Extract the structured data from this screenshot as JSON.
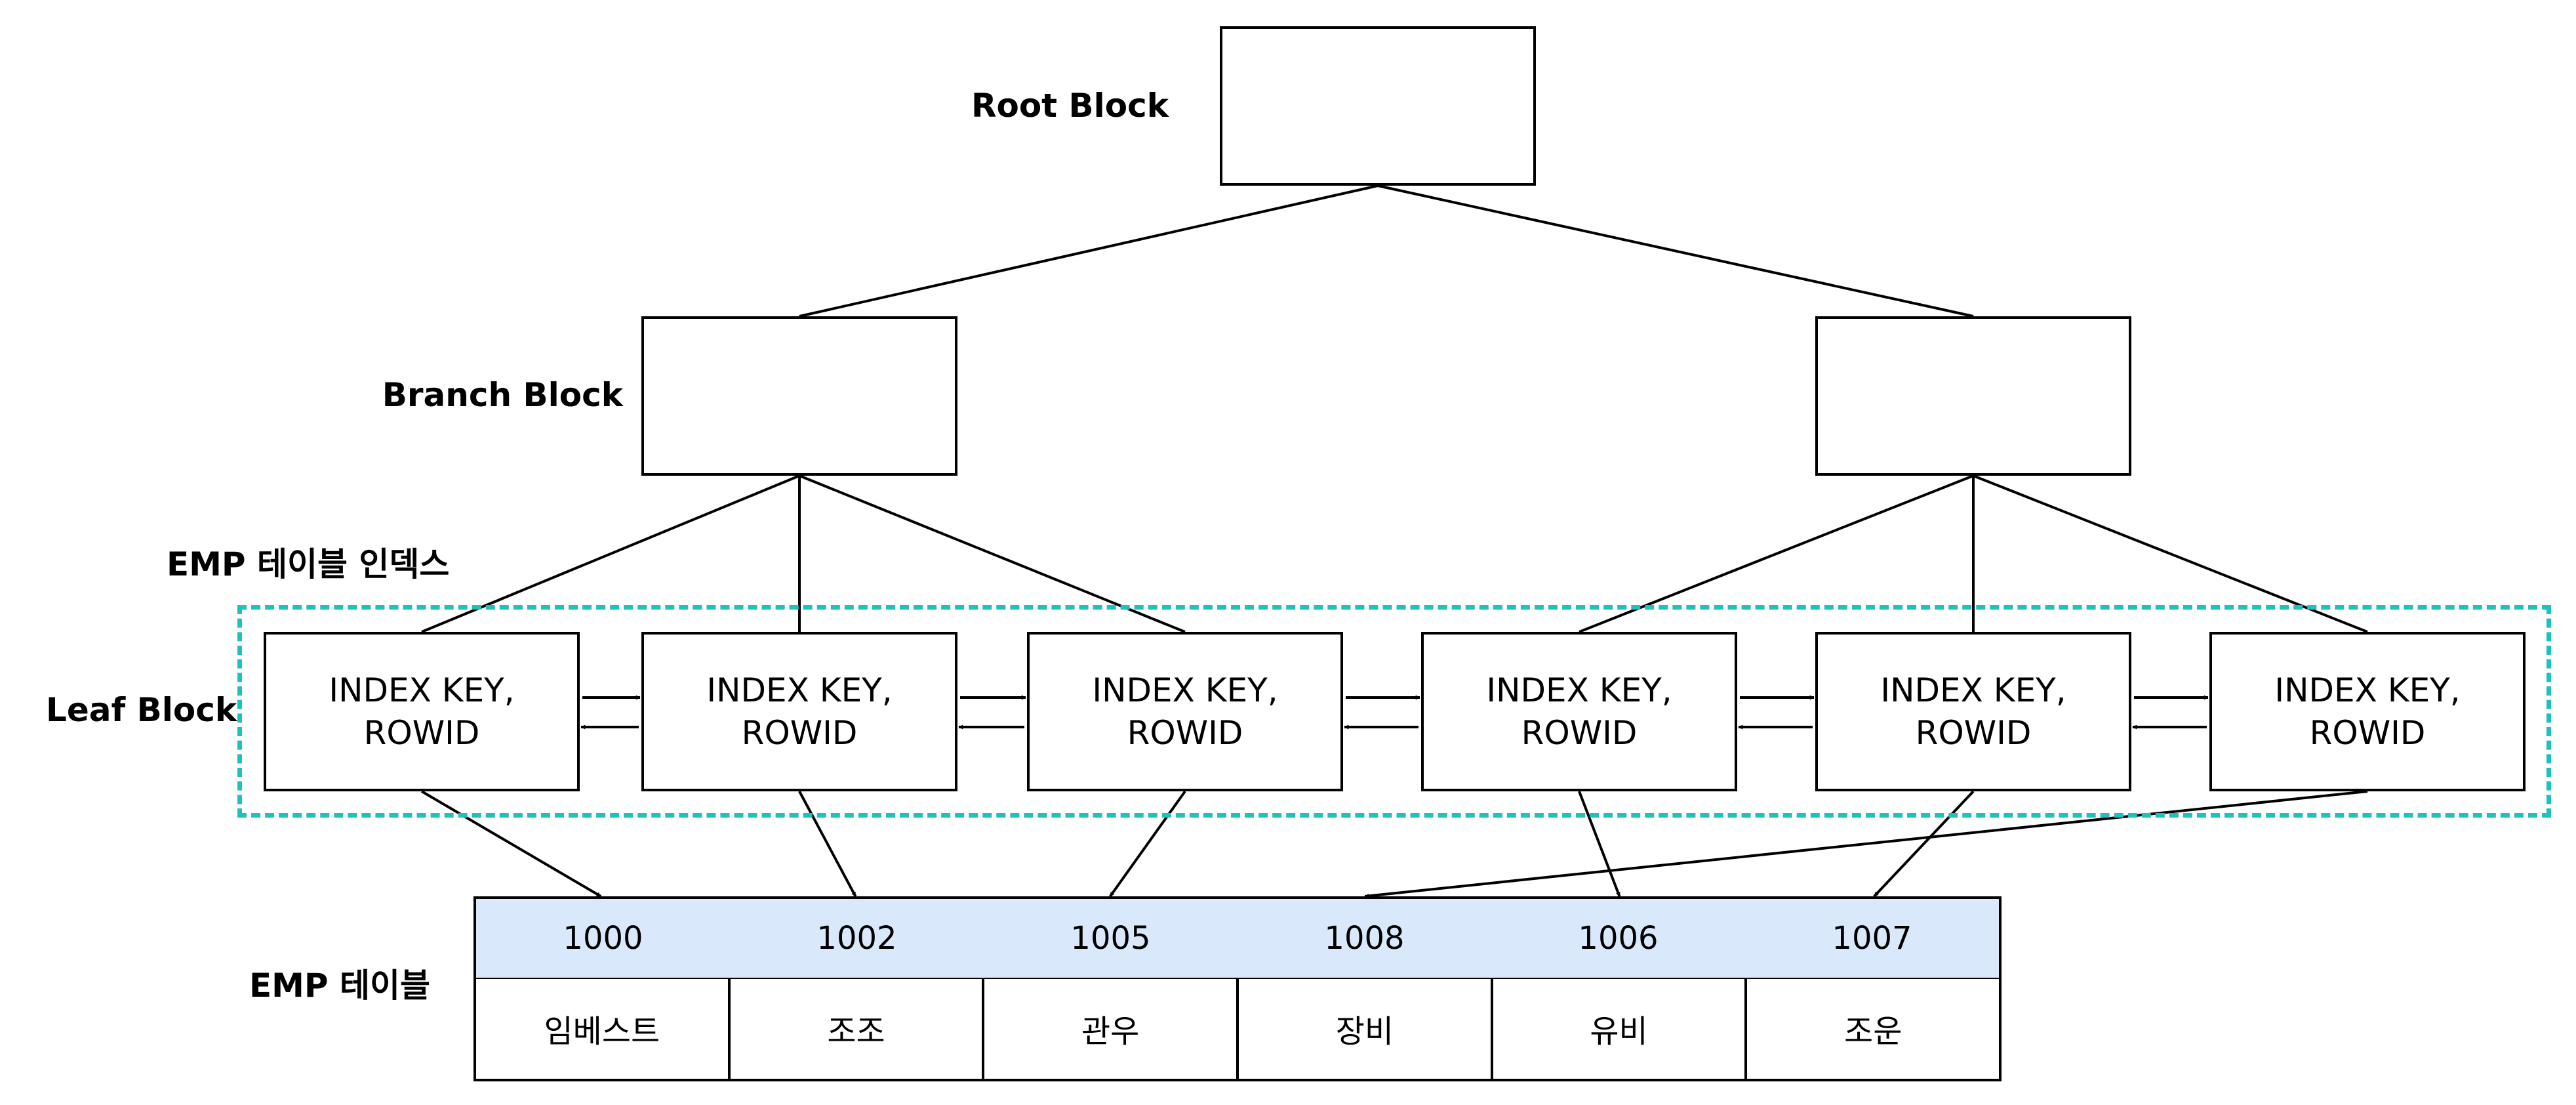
{
  "labels": {
    "root": "Root Block",
    "branch": "Branch Block",
    "index_group": "EMP 테이블 인덱스",
    "leaf": "Leaf Block",
    "table": "EMP 테이블"
  },
  "leaf_blocks": [
    {
      "line1": "INDEX KEY,",
      "line2": "ROWID"
    },
    {
      "line1": "INDEX KEY,",
      "line2": "ROWID"
    },
    {
      "line1": "INDEX KEY,",
      "line2": "ROWID"
    },
    {
      "line1": "INDEX KEY,",
      "line2": "ROWID"
    },
    {
      "line1": "INDEX KEY,",
      "line2": "ROWID"
    },
    {
      "line1": "INDEX KEY,",
      "line2": "ROWID"
    }
  ],
  "table": {
    "ids": [
      "1000",
      "1002",
      "1005",
      "1008",
      "1006",
      "1007"
    ],
    "names": [
      "임베스트",
      "조조",
      "관우",
      "장비",
      "유비",
      "조운"
    ]
  },
  "colors": {
    "stroke": "#000000",
    "dashed_group": "#1fc0c0",
    "table_header_fill": "#dae8fc"
  },
  "connections": {
    "leaf_to_row": [
      0,
      1,
      2,
      4,
      5,
      3
    ]
  }
}
